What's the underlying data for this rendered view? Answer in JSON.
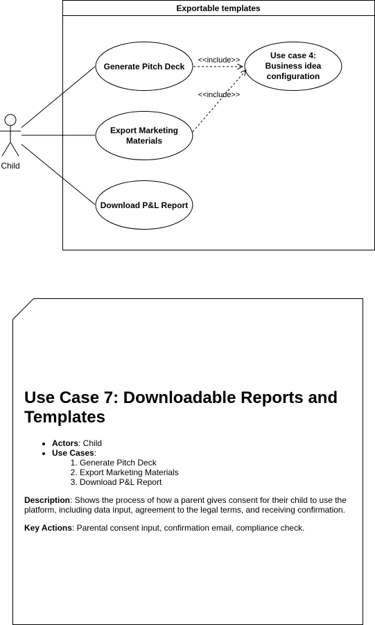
{
  "system_boundary": {
    "title": "Exportable templates"
  },
  "actor": {
    "label": "Child"
  },
  "use_cases": {
    "generate_pitch_deck": "Generate Pitch Deck",
    "export_marketing_line1": "Export Marketing",
    "export_marketing_line2": "Materials",
    "download_pl": "Download P&L Report",
    "uc4_line1": "Use case 4:",
    "uc4_line2": "Business idea",
    "uc4_line3": "configuration"
  },
  "relations": {
    "include_1": "<<include>>",
    "include_2": "<<include>>"
  },
  "note": {
    "title": "Use Case 7: Downloadable Reports and Templates",
    "actors_label": "Actors",
    "actors_value": ": Child",
    "use_cases_label": "Use Cases",
    "use_cases_colon": ":",
    "use_case_items": [
      "Generate Pitch Deck",
      "Export Marketing Materials",
      "Download P&L Report"
    ],
    "description_label": "Description",
    "description_value": ": Shows the process of how a parent gives consent for their child to use the platform, including data input, agreement to the legal terms, and receiving confirmation.",
    "key_actions_label": "Key Actions",
    "key_actions_value": ": Parental consent input, confirmation email, compliance check."
  }
}
